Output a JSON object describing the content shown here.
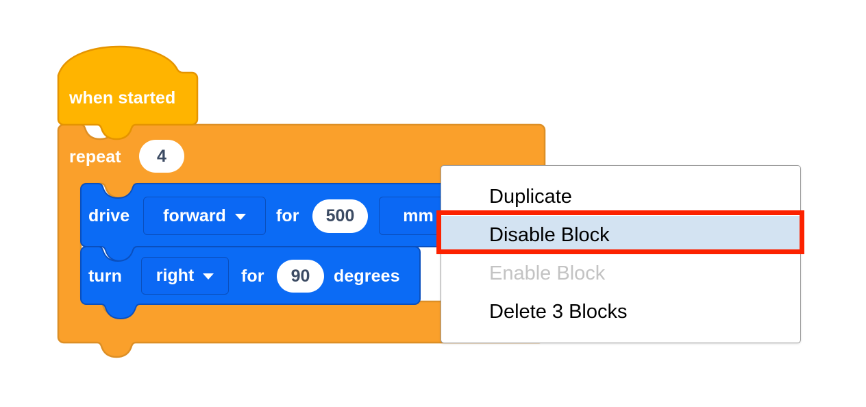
{
  "app": {
    "name": "vexcode-block-editor",
    "canvas_background": "#ffffff"
  },
  "palette": {
    "hat_orange": "#ffb400",
    "hat_orange_stroke": "#e59400",
    "control_orange": "#faa02b",
    "control_orange_stroke": "#dd8f25",
    "drivetrain_blue": "#0b6bf5",
    "drivetrain_blue_stroke": "#0a4fbd",
    "field_white": "#ffffff",
    "number_text": "#3c4b63",
    "menu_background": "#ffffff",
    "menu_border": "#9a9a9a",
    "menu_selected_background": "#d3e3f2",
    "menu_disabled_text": "#c3c3c3",
    "annotation_red": "#fc2200"
  },
  "workspace": {
    "stack": [
      {
        "id": "when-started",
        "type": "hat",
        "label": "when started",
        "color": "#ffb400"
      },
      {
        "id": "repeat",
        "type": "c-block",
        "label": "repeat",
        "count_value": "4",
        "color": "#faa02b",
        "children": [
          {
            "id": "drive-forward",
            "type": "command",
            "color": "#0b6bf5",
            "label_start": "drive",
            "direction_dropdown": {
              "value": "forward",
              "icon": "chevron-down-icon"
            },
            "label_for": "for",
            "distance_value": "500",
            "units_dropdown": {
              "value": "mm",
              "icon": "chevron-down-icon"
            }
          },
          {
            "id": "turn-right",
            "type": "command",
            "color": "#0b6bf5",
            "label_start": "turn",
            "direction_dropdown": {
              "value": "right",
              "icon": "chevron-down-icon"
            },
            "label_for": "for",
            "angle_value": "90",
            "units_label": "degrees"
          }
        ]
      }
    ]
  },
  "context_menu": {
    "visible": true,
    "items": [
      {
        "label": "Duplicate",
        "state": "normal",
        "selected": false
      },
      {
        "label": "Disable Block",
        "state": "normal",
        "selected": true
      },
      {
        "label": "Enable Block",
        "state": "disabled",
        "selected": false
      },
      {
        "label": "Delete 3 Blocks",
        "state": "normal",
        "selected": false
      }
    ]
  },
  "annotation": {
    "type": "rectangle-highlight",
    "target": "Disable Block",
    "color": "#fc2200"
  }
}
